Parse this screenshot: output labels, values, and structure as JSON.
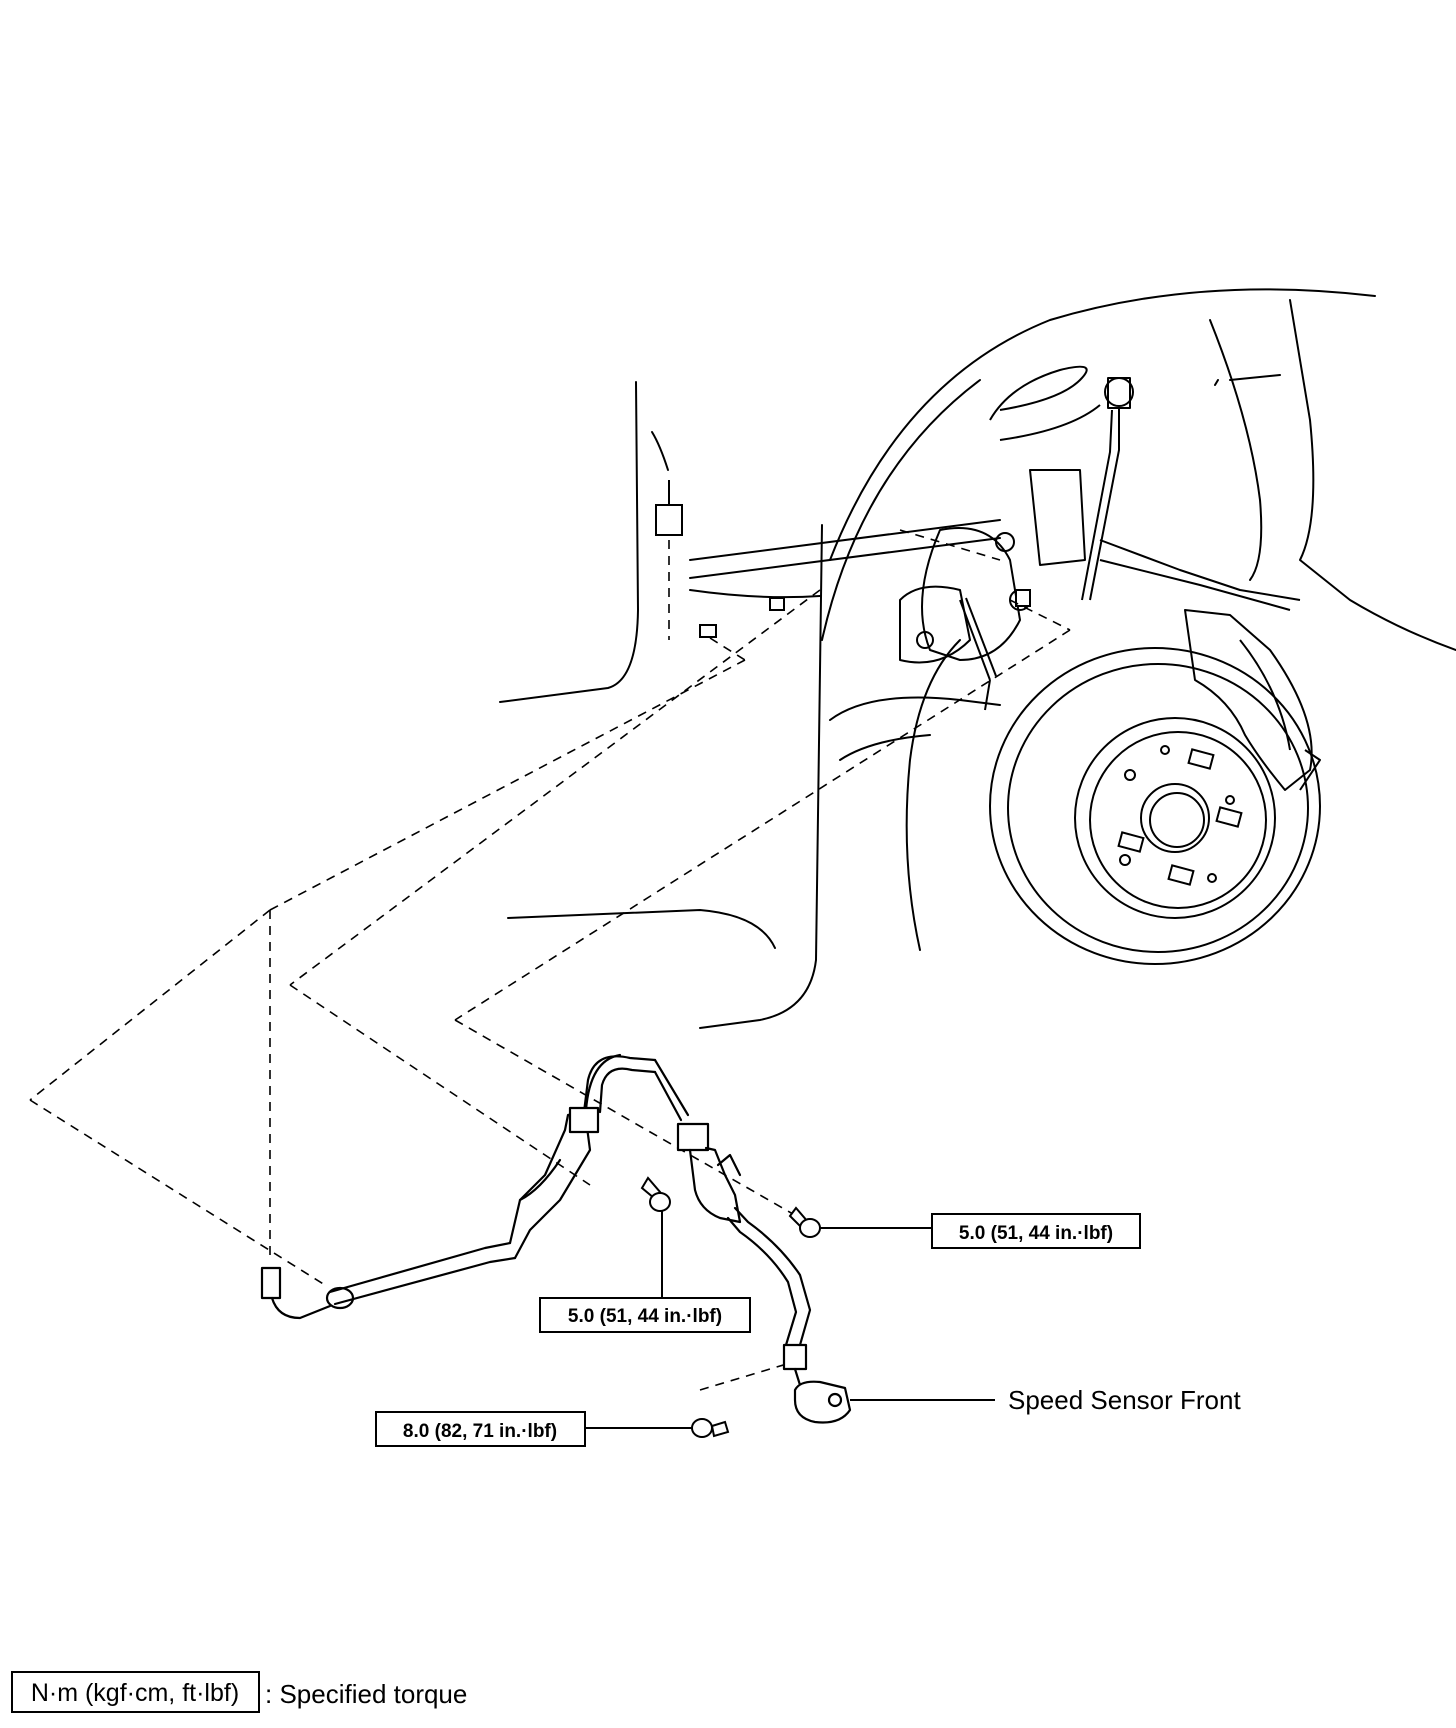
{
  "labels": {
    "torque_right": "5.0 (51, 44 in.·lbf)",
    "torque_center": "5.0 (51, 44 in.·lbf)",
    "torque_sensor": "8.0 (82, 71 in.·lbf)",
    "sensor_name": "Speed Sensor Front"
  },
  "legend": {
    "unit_box": "N·m (kgf·cm, ft·lbf)",
    "description": ": Specified torque"
  }
}
